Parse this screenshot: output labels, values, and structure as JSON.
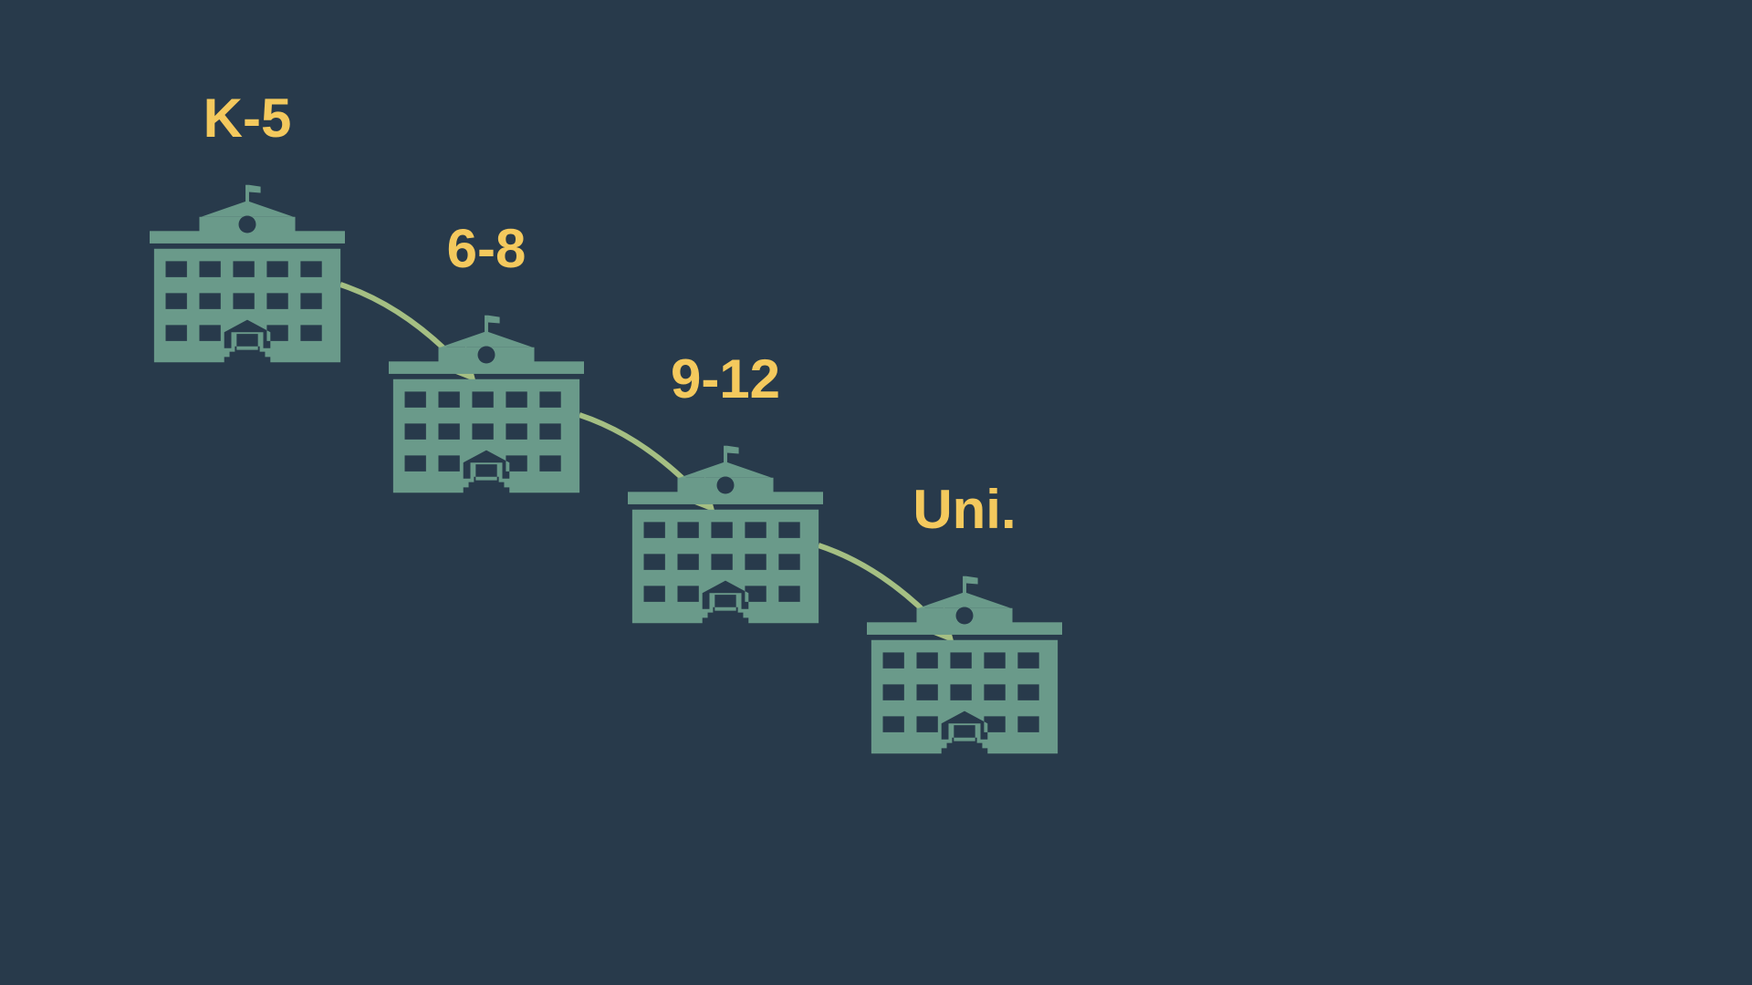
{
  "colors": {
    "background": "#283a4b",
    "building": "#6a9a8a",
    "arrow": "#a5bf83",
    "label": "#f4c95d"
  },
  "stages": [
    {
      "label": "K-5",
      "icon": "school-building-icon"
    },
    {
      "label": "6-8",
      "icon": "school-building-icon"
    },
    {
      "label": "9-12",
      "icon": "school-building-icon"
    },
    {
      "label": "Uni.",
      "icon": "school-building-icon"
    }
  ],
  "connections": [
    {
      "from": "K-5",
      "to": "6-8"
    },
    {
      "from": "6-8",
      "to": "9-12"
    },
    {
      "from": "9-12",
      "to": "Uni."
    }
  ]
}
